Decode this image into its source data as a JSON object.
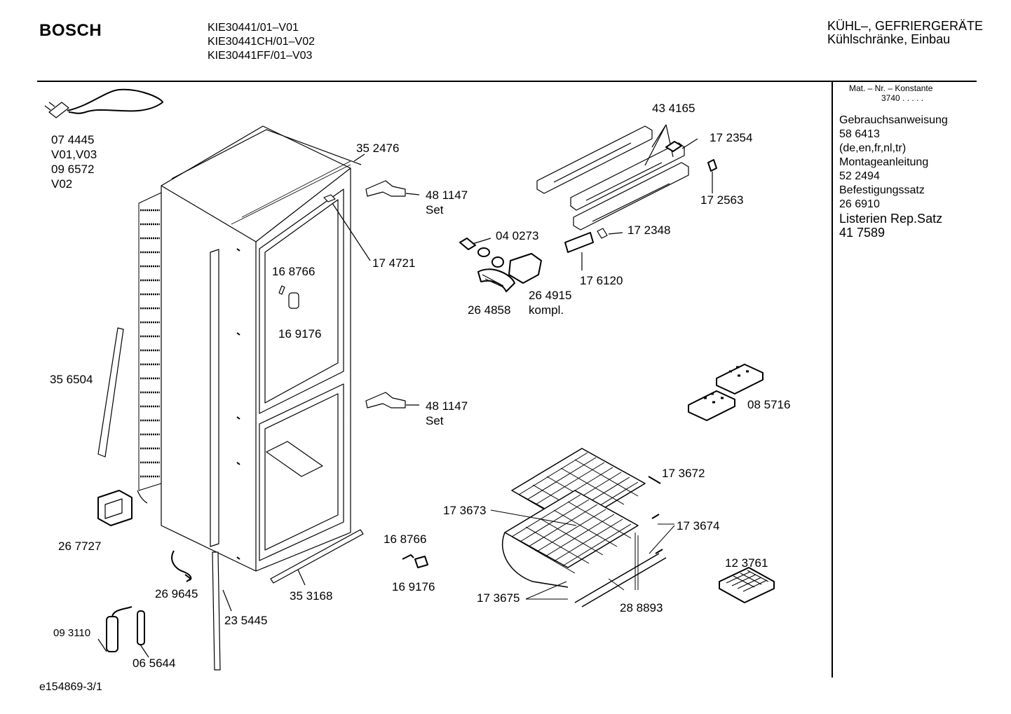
{
  "header": {
    "brand": "BOSCH",
    "models": [
      "KIE30441/01–V01",
      "KIE30441CH/01–V02",
      "KIE30441FF/01–V03"
    ],
    "category_line1": "KÜHL–, GEFRIERGERÄTE",
    "category_line2": "Kühlschränke, Einbau"
  },
  "sidebar": {
    "constant_label": "Mat. – Nr. – Konstante",
    "constant_value": "3740  .  .  .  .  .",
    "items": [
      "Gebrauchsanweisung",
      "58 6413",
      "(de,en,fr,nl,tr)",
      "Montageanleitung",
      "52 2494",
      "Befestigungssatz",
      "26 6910",
      "Listerien Rep.Satz",
      "41 7589"
    ]
  },
  "parts": {
    "cable_1": "07 4445",
    "cable_1_variant": "V01,V03",
    "cable_2": "09 6572",
    "cable_2_variant": "V02",
    "strip_35_6504": "35 6504",
    "part_35_2476": "35 2476",
    "hinge_top": "48 1147",
    "hinge_top_set": "Set",
    "sensor_17_4721": "17 4721",
    "clip_16_8766_a": "16 8766",
    "cap_16_9176_a": "16 9176",
    "hinge_bottom": "48 1147",
    "hinge_bottom_set": "Set",
    "box_26_7727": "26 7727",
    "wire_26_9645": "26 9645",
    "strip_23_5445": "23 5445",
    "strip_35_3168": "35 3168",
    "part_09_3110": "09 3110",
    "part_06_5644": "06 5644",
    "clip_16_8766_b": "16 8766",
    "cap_16_9176_b": "16 9176",
    "rail_43_4165": "43 4165",
    "part_17_2354": "17 2354",
    "part_17_2563": "17 2563",
    "part_04_0273": "04 0273",
    "part_17_2348": "17 2348",
    "part_17_6120": "17 6120",
    "lamp_26_4915": "26 4915",
    "lamp_kompl": "kompl.",
    "cover_26_4858": "26 4858",
    "ice_pack_08_5716": "08 5716",
    "part_17_3672": "17 3672",
    "part_17_3673": "17 3673",
    "part_17_3674": "17 3674",
    "part_17_3675": "17 3675",
    "part_28_8893": "28 8893",
    "ice_tray_12_3761": "12 3761"
  },
  "footer": {
    "doc_id": "e154869-3/1"
  }
}
